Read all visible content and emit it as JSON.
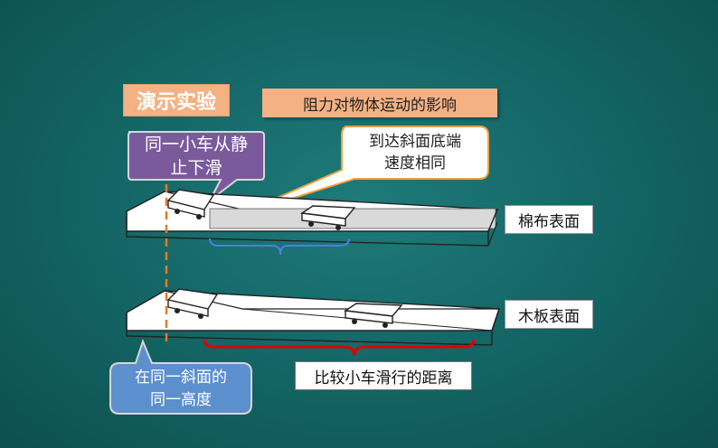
{
  "title_tag": "演示实验",
  "subject": "阻力对物体运动的影响",
  "callouts": {
    "same_cart": "同一小车从静止下滑",
    "same_cart_lines": [
      "同一小车从静",
      "止下滑"
    ],
    "same_speed_lines": [
      "到达斜面底端",
      "速度相同"
    ],
    "same_height_lines": [
      "在同一斜面的",
      "同一高度"
    ]
  },
  "surfaces": {
    "cloth": "棉布表面",
    "wood": "木板表面"
  },
  "compare_label": "比较小车滑行的距离",
  "colors": {
    "background": "#136363",
    "title_tag_bg": "#f4b183",
    "purple_callout": "#7b5a9c",
    "blue_callout": "#5b8fce",
    "red_bracket": "#e00000",
    "blue_bracket": "#4a7ee0",
    "dashed_line": "#e07a2b"
  }
}
